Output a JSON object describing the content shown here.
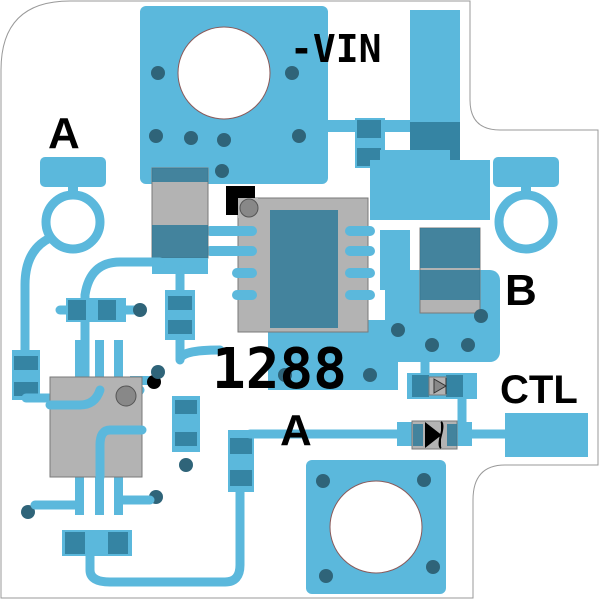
{
  "board": {
    "labels": {
      "vin": "-VIN",
      "port_a_top": "A",
      "port_b": "B",
      "part_number": "1288",
      "port_a_mid": "A",
      "ctl": "CTL"
    },
    "colors": {
      "copper": "#5bb8dc",
      "via": "#2f6479",
      "component_pad": "#2f7a99",
      "component_body": "#b3b3b3",
      "outline": "#999999"
    }
  }
}
